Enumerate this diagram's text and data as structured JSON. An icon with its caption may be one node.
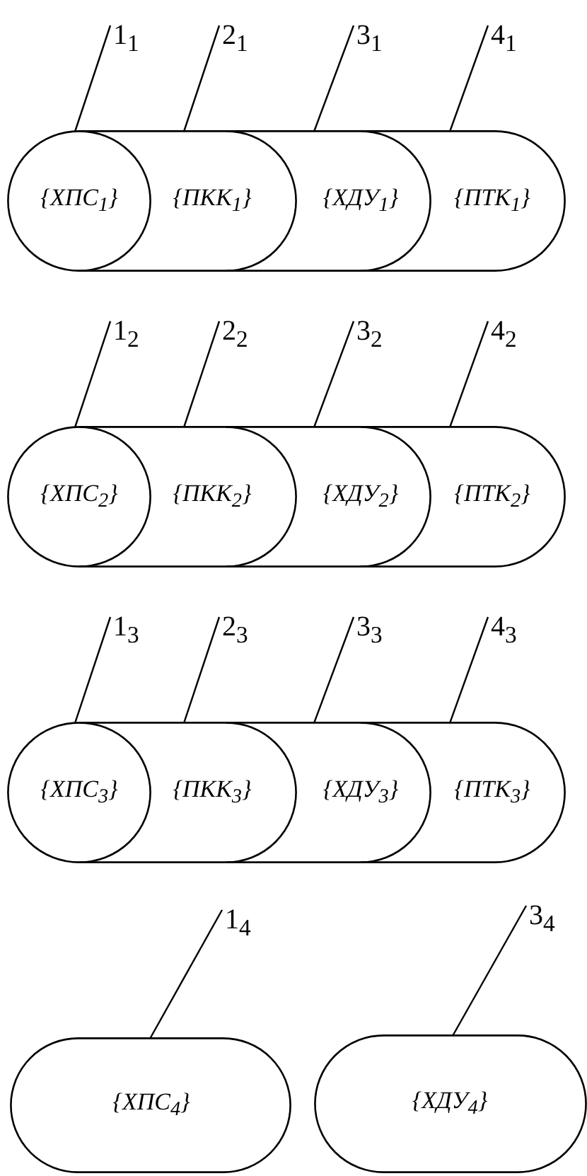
{
  "diagram": {
    "nodes": [
      {
        "text": [
          "1$_{1}$"
        ]
      },
      {
        "text": [
          "2$_{1}$"
        ]
      },
      {
        "text": [
          "3$_{1}$"
        ]
      },
      {
        "text": [
          "4$_{1}$"
        ]
      },
      {
        "text": [
          "{ХПС$_{1}$}"
        ]
      },
      {
        "text": [
          "{ПКК$_{1}$}"
        ]
      },
      {
        "text": [
          "{ХДУ$_{1}$}"
        ]
      },
      {
        "text": [
          "{ПТК$_{1}$}"
        ]
      },
      {
        "text": [
          "1$_{2}$"
        ]
      },
      {
        "text": [
          "2$_{2}$"
        ]
      },
      {
        "text": [
          "3$_{2}$"
        ]
      },
      {
        "text": [
          "4$_{2}$"
        ]
      },
      {
        "text": [
          "{ХПС$_{2}$}"
        ]
      },
      {
        "text": [
          "{ПКК$_{2}$}"
        ]
      },
      {
        "text": [
          "{ХДУ$_{2}$}"
        ]
      },
      {
        "text": [
          "{ПТК$_{2}$}"
        ]
      },
      {
        "text": [
          "1$_{3}$"
        ]
      },
      {
        "text": [
          "2$_{3}$"
        ]
      },
      {
        "text": [
          "3$_{3}$"
        ]
      },
      {
        "text": [
          "4$_{3}$"
        ]
      },
      {
        "text": [
          "{ХПС$_{3}$}"
        ]
      },
      {
        "text": [
          "{ПКК$_{3}$}"
        ]
      },
      {
        "text": [
          "{ХДУ$_{3}$}"
        ]
      },
      {
        "text": [
          "{ПТК$_{3}$}"
        ]
      },
      {
        "text": [
          "1$_{4}$"
        ]
      },
      {
        "text": [
          "3$_{4}$"
        ]
      },
      {
        "text": [
          "{ХПС$_{4}$}"
        ]
      },
      {
        "text": [
          "{ХДУ$_{4}$}"
        ]
      }
    ],
    "edges": [
      {
        "from": 0,
        "to": 4,
        "arrow": "none"
      },
      {
        "from": 1,
        "to": 5,
        "arrow": "none"
      },
      {
        "from": 2,
        "to": 6,
        "arrow": "none"
      },
      {
        "from": 3,
        "to": 7,
        "arrow": "none"
      },
      {
        "from": 8,
        "to": 12,
        "arrow": "none"
      },
      {
        "from": 9,
        "to": 13,
        "arrow": "none"
      },
      {
        "from": 10,
        "to": 14,
        "arrow": "none"
      },
      {
        "from": 11,
        "to": 15,
        "arrow": "none"
      },
      {
        "from": 16,
        "to": 20,
        "arrow": "none"
      },
      {
        "from": 17,
        "to": 21,
        "arrow": "none"
      },
      {
        "from": 18,
        "to": 22,
        "arrow": "none"
      },
      {
        "from": 19,
        "to": 23,
        "arrow": "none"
      },
      {
        "from": 24,
        "to": 26,
        "arrow": "none"
      },
      {
        "from": 25,
        "to": 27,
        "arrow": "none"
      }
    ]
  }
}
